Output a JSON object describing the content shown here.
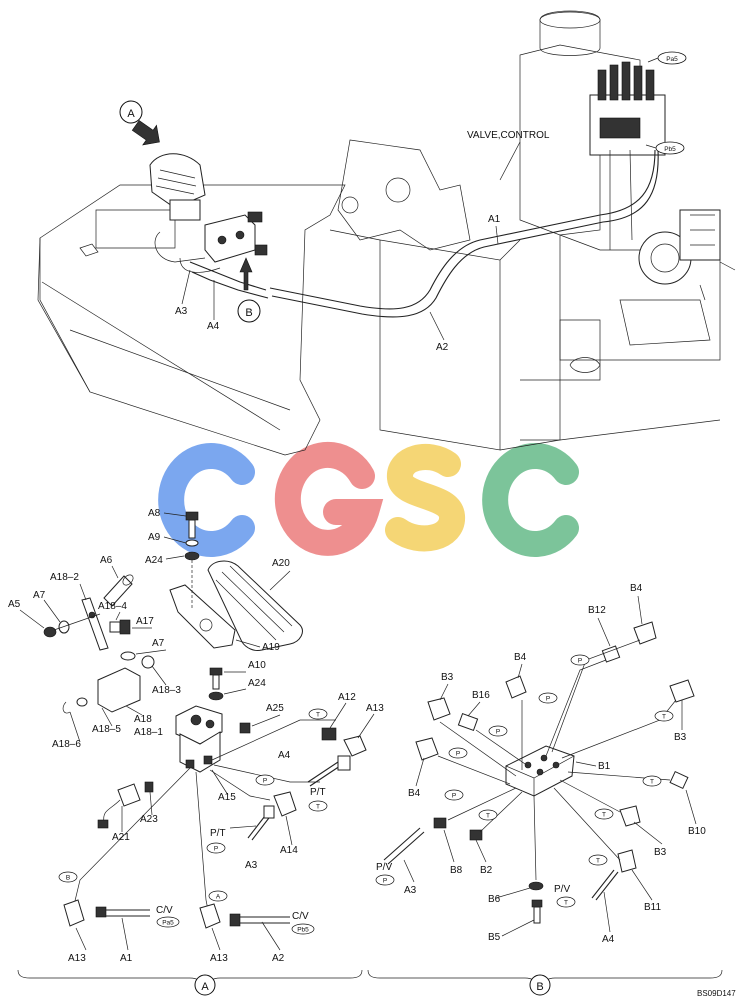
{
  "header": {
    "valve_label": "VALVE,CONTROL",
    "view_a": "A",
    "view_b": "B"
  },
  "top_callouts": {
    "a1": "A1",
    "a2": "A2",
    "a3": "A3",
    "a4": "A4"
  },
  "top_tags": {
    "pa5": "Pa5",
    "pb5": "Pb5"
  },
  "watermark": {
    "letters": [
      "C",
      "G",
      "S",
      "C"
    ],
    "colors": [
      "#7ba7ef",
      "#ee8f8f",
      "#f5d675",
      "#7cc49a"
    ]
  },
  "parts_a": {
    "a5": "A5",
    "a6": "A6",
    "a7": "A7",
    "a7b": "A7",
    "a8": "A8",
    "a9": "A9",
    "a10": "A10",
    "a12": "A12",
    "a13": "A13",
    "a14": "A14",
    "a15": "A15",
    "a17": "A17",
    "a18": "A18",
    "a18_1": "A18–1",
    "a18_2": "A18–2",
    "a18_3": "A18–3",
    "a18_4": "A18–4",
    "a18_5": "A18–5",
    "a18_6": "A18–6",
    "a19": "A19",
    "a20": "A20",
    "a21": "A21",
    "a23": "A23",
    "a24": "A24",
    "a24b": "A24",
    "a25": "A25",
    "a3": "A3",
    "a4": "A4",
    "pt1": "P/T",
    "pt2": "P/T",
    "a13_l": "A13",
    "a1_l": "A1",
    "a13_r": "A13",
    "a2_l": "A2",
    "cv1": "C/V",
    "cv2": "C/V"
  },
  "parts_b": {
    "b1": "B1",
    "b2": "B2",
    "b3a": "B3",
    "b3b": "B3",
    "b3c": "B3",
    "b4a": "B4",
    "b4b": "B4",
    "b4c": "B4",
    "b5": "B5",
    "b6": "B6",
    "b8": "B8",
    "b10": "B10",
    "b11": "B11",
    "b12": "B12",
    "b16": "B16",
    "pv": "P/V",
    "a3": "A3",
    "pv2": "P/V",
    "a4": "A4"
  },
  "port_tags": {
    "p": "P",
    "t": "T",
    "a": "A",
    "b": "B",
    "pa5": "Pa5",
    "pb5": "Pb5"
  },
  "footer": {
    "view_a": "A",
    "view_b": "B",
    "drawing_code": "BS09D147"
  }
}
